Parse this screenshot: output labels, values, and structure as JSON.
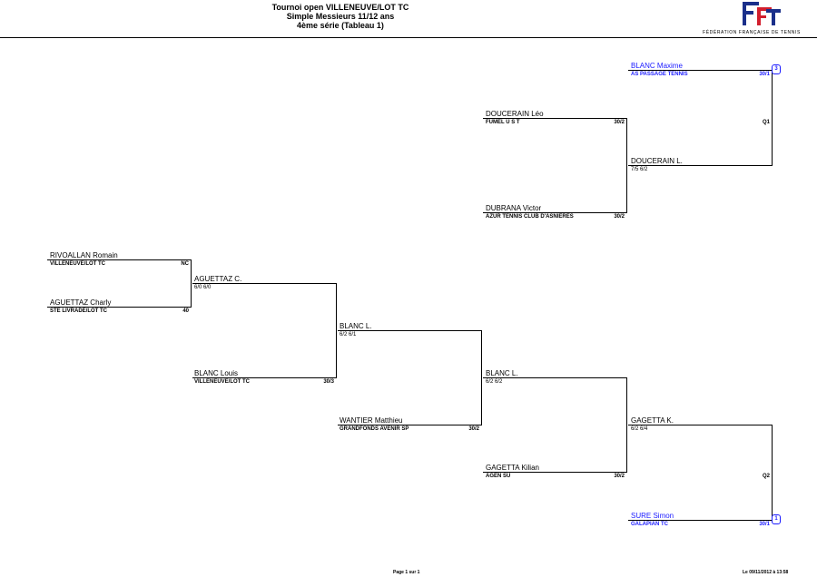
{
  "header": {
    "title_line1": "Tournoi open VILLENEUVE/LOT TC",
    "title_line2": "Simple Messieurs 11/12 ans",
    "title_line3": "4ème série (Tableau 1)",
    "federation": "FÉDÉRATION FRANÇAISE DE TENNIS",
    "logo": "fft-logo"
  },
  "players": [
    {
      "name": "BLANC Maxime",
      "club": "AS PASSAGE TENNIS",
      "rank": "30/1",
      "seed": "3"
    },
    {
      "name": "DOUCERAIN Léo",
      "club": "FUMEL U S T",
      "rank": "30/2"
    },
    {
      "name": "DUBRANA Victor",
      "club": "AZUR TENNIS CLUB D'ASNIERES",
      "rank": "30/2"
    },
    {
      "name": "RIVOALLAN Romain",
      "club": "VILLENEUVE/LOT TC",
      "rank": "NC"
    },
    {
      "name": "AGUETTAZ Charly",
      "club": "STE LIVRADE/LOT TC",
      "rank": "40"
    },
    {
      "name": "BLANC Louis",
      "club": "VILLENEUVE/LOT TC",
      "rank": "30/3"
    },
    {
      "name": "WANTIER Matthieu",
      "club": "GRANDFONDS AVENIR SP",
      "rank": "30/2"
    },
    {
      "name": "GAGETTA Kilian",
      "club": "AGEN SU",
      "rank": "30/2"
    },
    {
      "name": "SURE Simon",
      "club": "GALAPIAN TC",
      "rank": "30/1",
      "seed": "1"
    }
  ],
  "results": {
    "douc": {
      "name": "DOUCERAIN L.",
      "score": "7/5 6/2"
    },
    "agu": {
      "name": "AGUETTAZ C.",
      "score": "6/0 6/0"
    },
    "blancL1": {
      "name": "BLANC L.",
      "score": "6/2 6/1"
    },
    "blancL2": {
      "name": "BLANC L.",
      "score": "6/2 6/2"
    },
    "gag": {
      "name": "GAGETTA K.",
      "score": "6/2 6/4"
    }
  },
  "qualifiers": {
    "q1": "Q1",
    "q2": "Q2"
  },
  "footer": {
    "page": "Page 1 sur 1",
    "date": "Le 09/11/2012 à 13:58"
  }
}
